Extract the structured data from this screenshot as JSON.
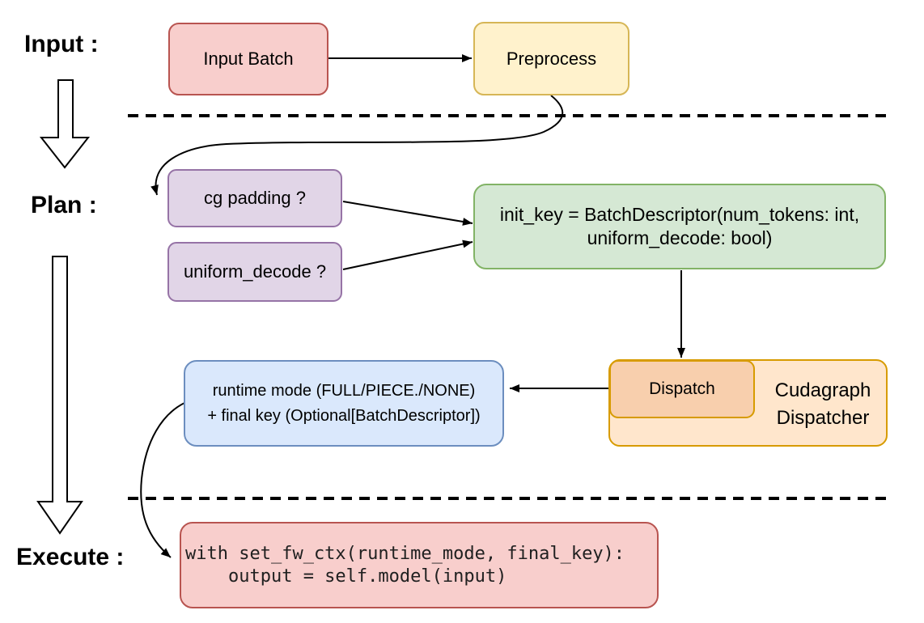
{
  "phase_labels": {
    "input": "Input :",
    "plan": "Plan :",
    "execute": "Execute :"
  },
  "nodes": {
    "input_batch": {
      "label": "Input Batch"
    },
    "preprocess": {
      "label": "Preprocess"
    },
    "cg_padding": {
      "label": "cg padding ?"
    },
    "uniform_decode": {
      "label": "uniform_decode ?"
    },
    "init_key": {
      "line1": "init_key = BatchDescriptor(num_tokens: int,",
      "line2": "uniform_decode: bool)"
    },
    "dispatch": {
      "label": "Dispatch"
    },
    "cudagraph_dispatcher": {
      "line1": "Cudagraph",
      "line2": "Dispatcher"
    },
    "runtime_mode": {
      "line1": "runtime mode (FULL/PIECE./NONE)",
      "line2": "+ final key (Optional[BatchDescriptor])"
    },
    "execute_code": {
      "line1": "with set_fw_ctx(runtime_mode, final_key):",
      "line2": "    output = self.model(input)"
    }
  },
  "edges": [
    {
      "from": "input_batch",
      "to": "preprocess"
    },
    {
      "from": "preprocess",
      "to": "cg_padding"
    },
    {
      "from": "cg_padding",
      "to": "init_key"
    },
    {
      "from": "uniform_decode",
      "to": "init_key"
    },
    {
      "from": "init_key",
      "to": "dispatch"
    },
    {
      "from": "dispatch",
      "to": "runtime_mode"
    },
    {
      "from": "runtime_mode",
      "to": "execute_code"
    },
    {
      "from": "phase_input",
      "to": "phase_plan"
    },
    {
      "from": "phase_plan",
      "to": "phase_execute"
    }
  ],
  "colors": {
    "background": "#FFFFFF",
    "text": "#000000",
    "line": "#000000",
    "red_fill": "#F8CECC",
    "red_stroke": "#B85450",
    "yellow_fill": "#FFF2CC",
    "yellow_stroke": "#D6B656",
    "purple_fill": "#E1D5E7",
    "purple_stroke": "#9673A6",
    "green_fill": "#D5E8D4",
    "green_stroke": "#82B366",
    "blue_fill": "#DAE8FC",
    "blue_stroke": "#6C8EBF",
    "orange_fill": "#FFE6CC",
    "orange_deep_fill": "#F8CFAD",
    "orange_stroke": "#D79B00"
  }
}
